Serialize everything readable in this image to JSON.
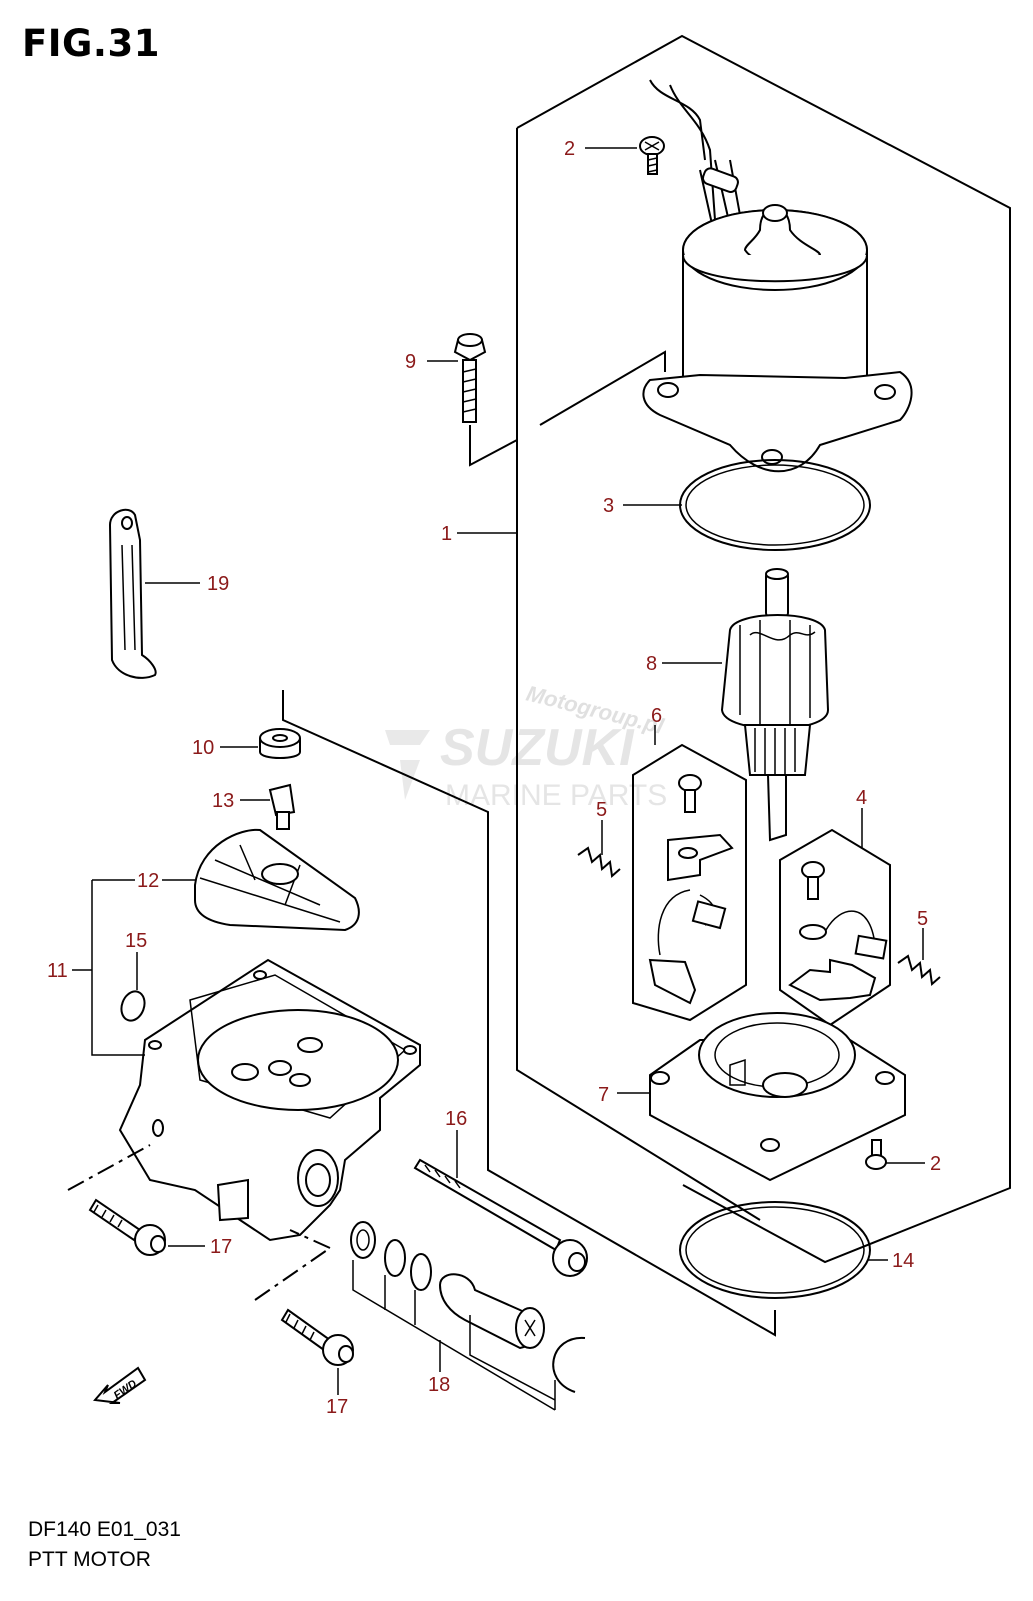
{
  "figure": {
    "title": "FIG.31",
    "code": "DF140 E01_031",
    "name": "PTT MOTOR"
  },
  "callouts": [
    "1",
    "2",
    "2",
    "3",
    "4",
    "5",
    "5",
    "6",
    "7",
    "8",
    "9",
    "10",
    "11",
    "12",
    "13",
    "14",
    "15",
    "16",
    "17",
    "17",
    "18",
    "19"
  ],
  "fwd_label": "FWD",
  "watermark": {
    "site": "Motogroup.pl",
    "brand": "SUZUKI",
    "sub": "MARINE PARTS"
  },
  "colors": {
    "callout": "#8b1a1a",
    "line": "#000000",
    "watermark": "#c8c8c8"
  }
}
